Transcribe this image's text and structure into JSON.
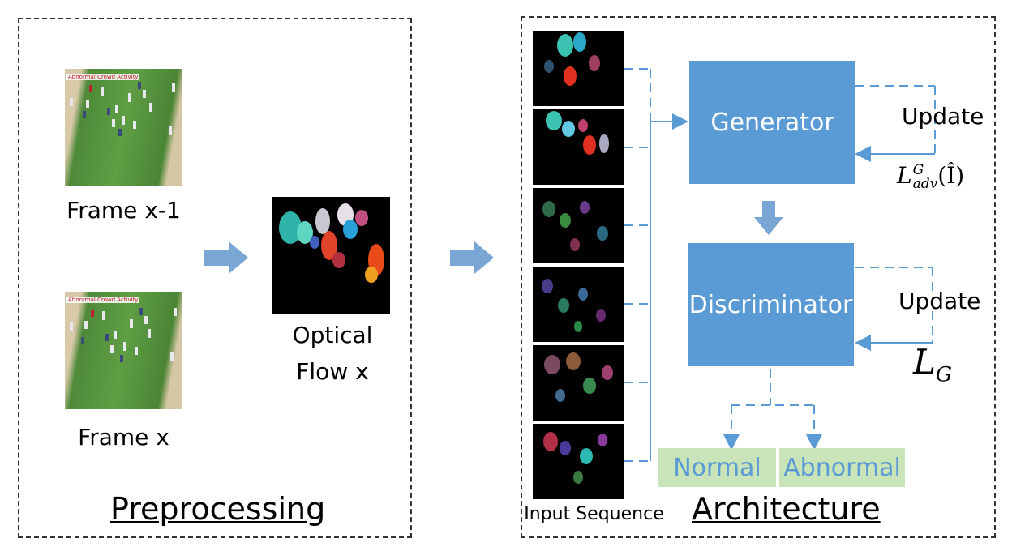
{
  "preprocessing": {
    "title": "Preprocessing",
    "frame_prev_label": "Frame x-1",
    "frame_curr_label": "Frame x",
    "frame_overlay_text": "Abnormal Crowd Activity",
    "flow_label_line1": "Optical",
    "flow_label_line2": "Flow x"
  },
  "architecture": {
    "title": "Architecture",
    "input_sequence_label": "Input Sequence",
    "generator_label": "Generator",
    "discriminator_label": "Discriminator",
    "update_label_generator": "Update",
    "update_label_discriminator": "Update",
    "loss_generator": {
      "base": "L",
      "sub": "adv",
      "sup": "G",
      "arg": "(Î)"
    },
    "loss_discriminator": {
      "base": "L",
      "sub": "G"
    },
    "output_normal": "Normal",
    "output_abnormal": "Abnormal"
  },
  "colors": {
    "block": "#5b9bd5",
    "output_bg": "#c9e4b8",
    "output_text": "#5b9bd5",
    "arrow": "#7aa6d6",
    "dashed_line": "#5b9bd5"
  }
}
